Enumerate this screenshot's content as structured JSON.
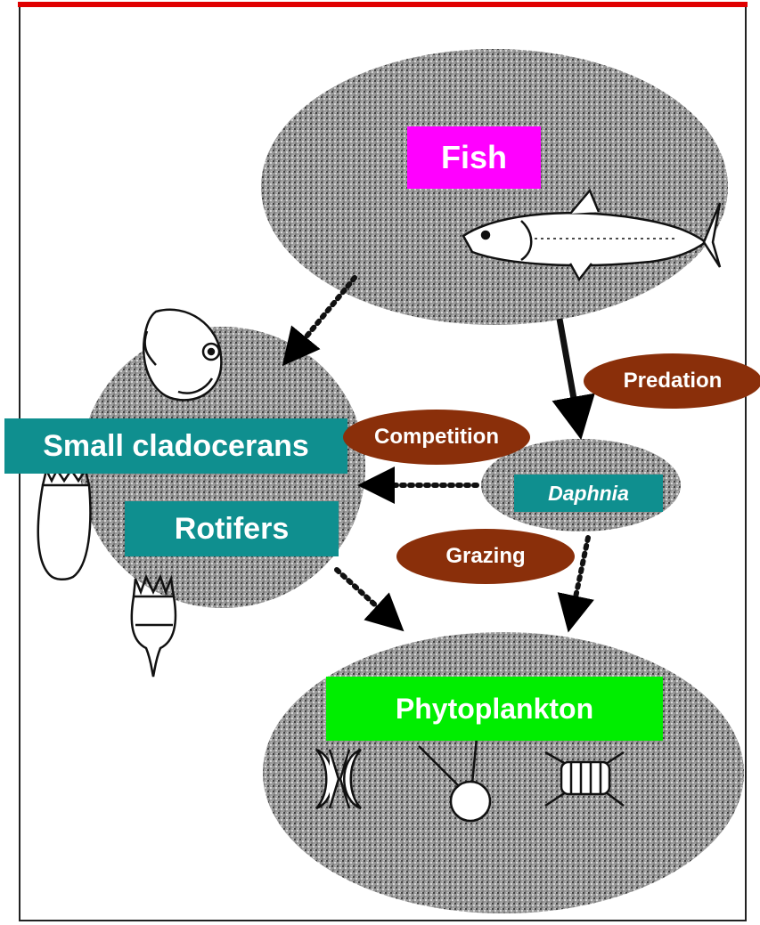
{
  "nodes": {
    "fish": "Fish",
    "small_cladocerans": "Small cladocerans",
    "rotifers": "Rotifers",
    "daphnia": "Daphnia",
    "phytoplankton": "Phytoplankton"
  },
  "relations": {
    "predation": "Predation",
    "competition": "Competition",
    "grazing": "Grazing"
  },
  "colors": {
    "frame_top": "#e00000",
    "fish_box": "#ff00ff",
    "zooplankton_box": "#0f8f8f",
    "phytoplankton_box": "#00ee00",
    "relation_pill": "#8a2f0a",
    "stipple": "#5a5a5a"
  }
}
